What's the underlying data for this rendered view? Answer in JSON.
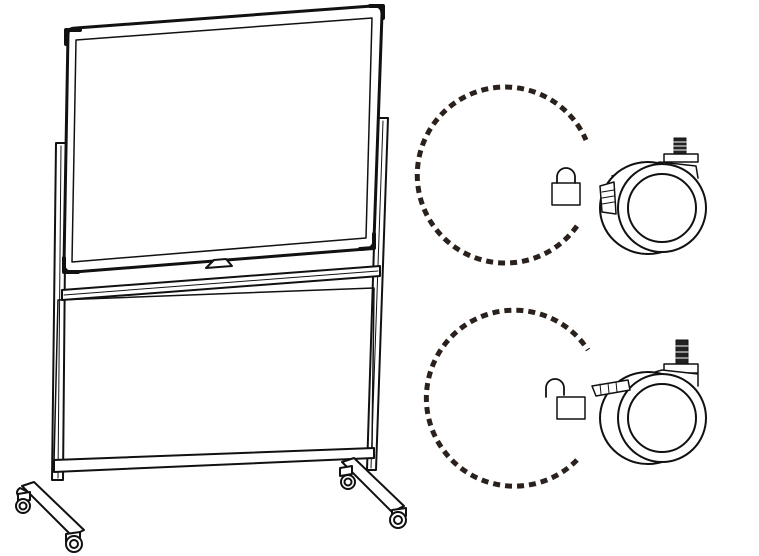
{
  "diagram": {
    "subject": "whiteboard-stand",
    "callouts": [
      {
        "state": "locked",
        "icon": "lock-closed-icon"
      },
      {
        "state": "unlocked",
        "icon": "lock-open-icon"
      }
    ]
  },
  "colors": {
    "line": "#111111",
    "fill": "#ffffff",
    "dash": "#2a201c"
  }
}
